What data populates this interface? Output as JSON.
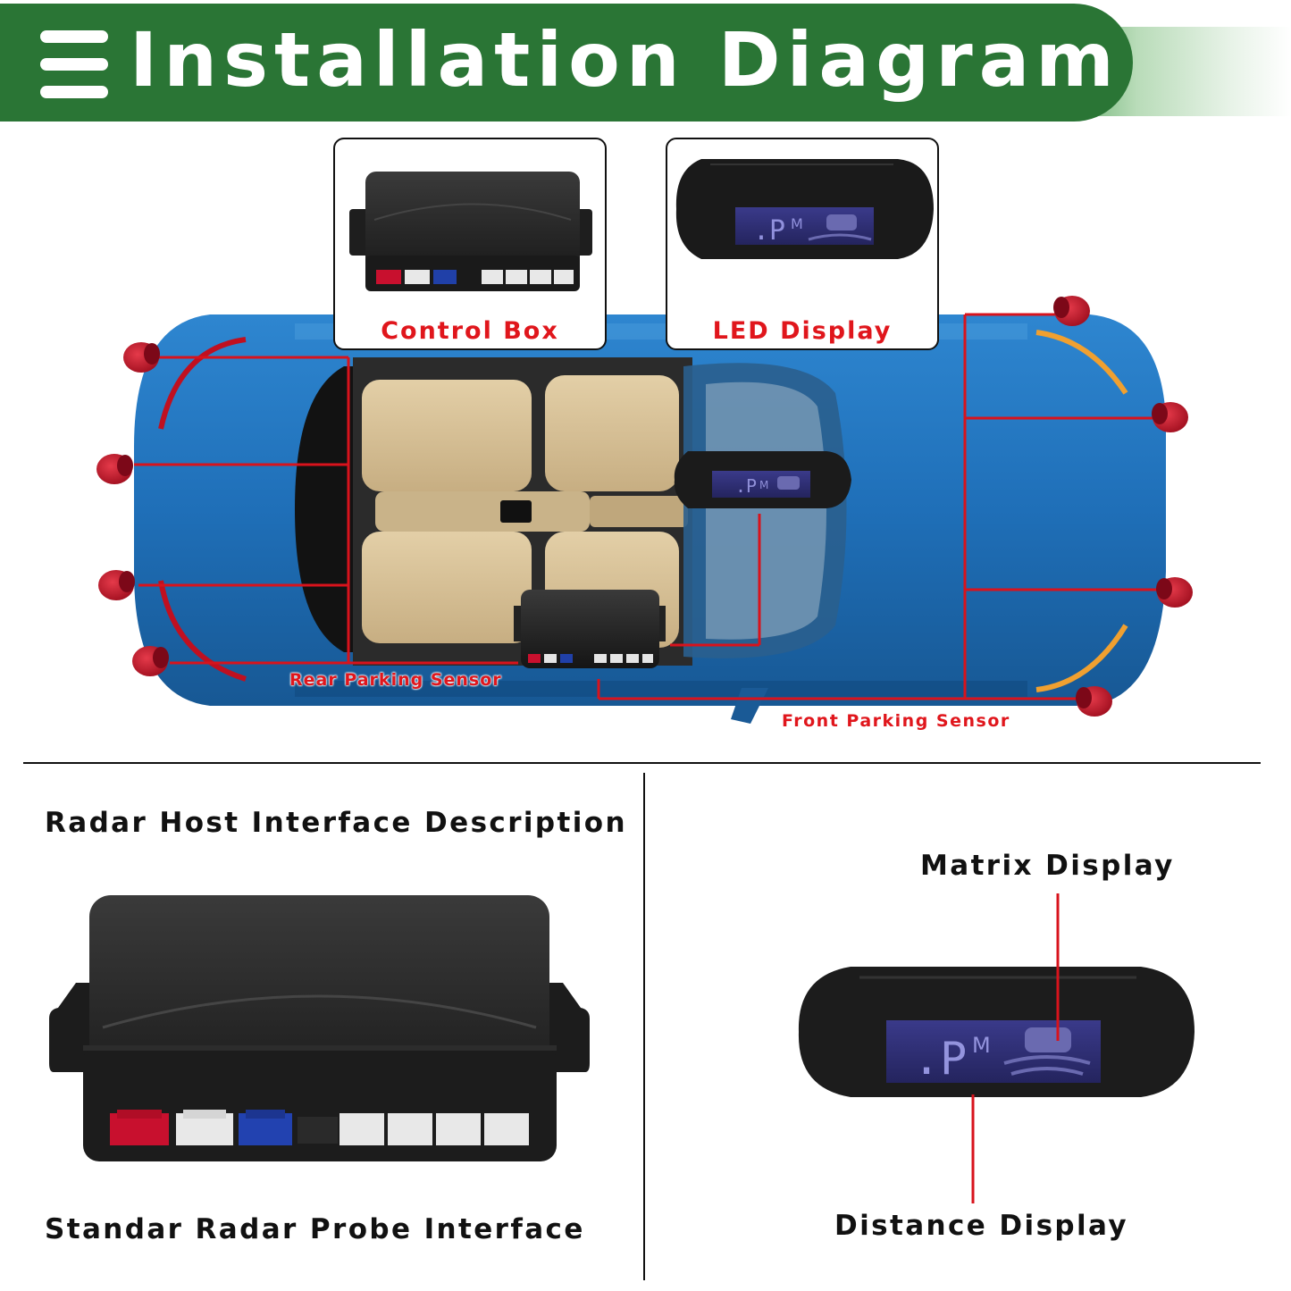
{
  "header": {
    "title": "Installation Diagram",
    "menu_icon": "hamburger-menu-icon",
    "banner_color": "#2a7535"
  },
  "callouts": {
    "control_box": "Control Box",
    "led_display": "LED Display"
  },
  "diagram": {
    "rear_sensor_label": "Rear Parking Sensor",
    "front_sensor_label": "Front Parking Sensor",
    "car_color": "#1f6fb8",
    "sensor_color": "#c8102e",
    "wire_color": "#d8131c"
  },
  "host_section": {
    "title": "Radar Host Interface Description",
    "probe_label": "Standar Radar Probe Interface"
  },
  "display_section": {
    "matrix_label": "Matrix Display",
    "distance_label": "Distance Display",
    "lcd_text": ".P",
    "lcd_mode": "M"
  }
}
